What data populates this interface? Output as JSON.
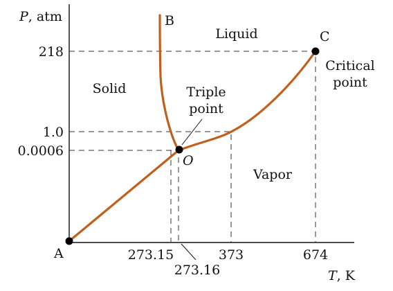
{
  "axes": {
    "y_label_var": "P",
    "y_label_unit": ", atm",
    "x_label_var": "T",
    "x_label_unit": ", K"
  },
  "y_ticks": [
    "218",
    "1.0",
    "0.0006"
  ],
  "x_ticks": [
    "273.15",
    "273.16",
    "373",
    "674"
  ],
  "regions": {
    "solid": "Solid",
    "liquid": "Liquid",
    "vapor": "Vapor"
  },
  "points": {
    "origin": "A",
    "melting_top": "B",
    "critical": "C",
    "triple": "O"
  },
  "annotations": {
    "triple_line1": "Triple",
    "triple_line2": "point",
    "critical_line1": "Critical",
    "critical_line2": "point"
  },
  "colors": {
    "curve": "#c0601c",
    "text": "#111111"
  }
}
